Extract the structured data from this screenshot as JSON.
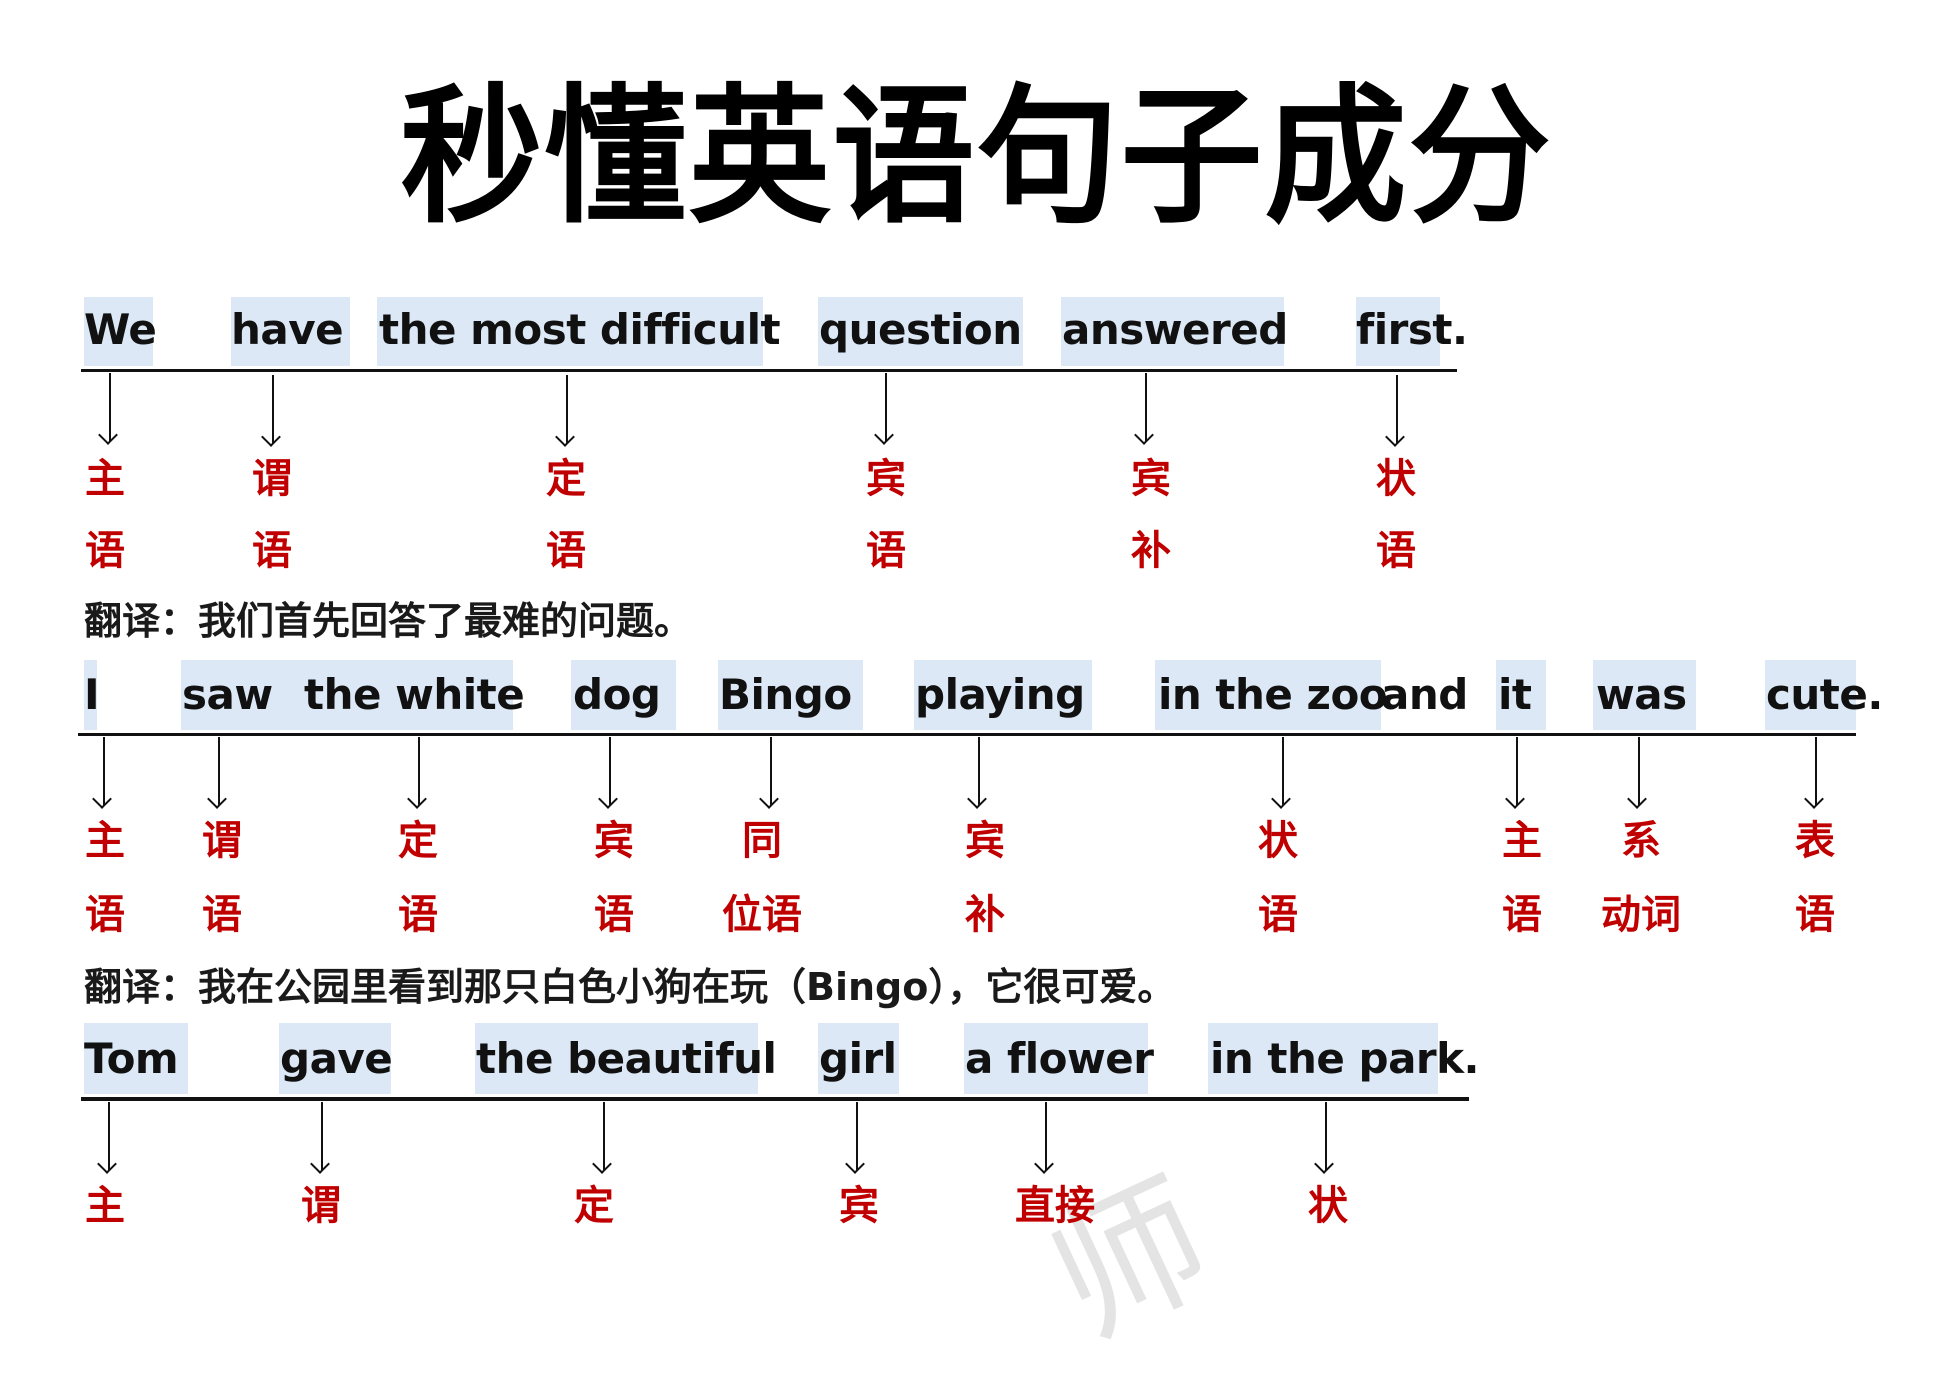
{
  "title": "秒懂英语句子成分",
  "colors": {
    "highlight": "#dce8f5",
    "label_red": "#c00000",
    "text": "#111111"
  },
  "sentences": [
    {
      "words": [
        {
          "text": "We"
        },
        {
          "text": "have"
        },
        {
          "text": "the most difficult"
        },
        {
          "text": "question"
        },
        {
          "text": "answered"
        },
        {
          "text": "first."
        }
      ],
      "labels": [
        {
          "line1": "主",
          "line2": "语"
        },
        {
          "line1": "谓",
          "line2": "语"
        },
        {
          "line1": "定",
          "line2": "语"
        },
        {
          "line1": "宾",
          "line2": "语"
        },
        {
          "line1": "宾",
          "line2": "补"
        },
        {
          "line1": "状",
          "line2": "语"
        }
      ],
      "translation": "翻译：我们首先回答了最难的问题。"
    },
    {
      "words": [
        {
          "text": "I"
        },
        {
          "text": "saw"
        },
        {
          "text": "the white"
        },
        {
          "text": "dog"
        },
        {
          "text": "Bingo"
        },
        {
          "text": "playing"
        },
        {
          "text": "in the zoo"
        },
        {
          "text": "and"
        },
        {
          "text": "it"
        },
        {
          "text": "was"
        },
        {
          "text": "cute."
        }
      ],
      "labels": [
        {
          "line1": "主",
          "line2": "语"
        },
        {
          "line1": "谓",
          "line2": "语"
        },
        {
          "line1": "定",
          "line2": "语"
        },
        {
          "line1": "宾",
          "line2": "语"
        },
        {
          "line1": "同",
          "line2": "位语"
        },
        {
          "line1": "宾",
          "line2": "补"
        },
        {
          "line1": "状",
          "line2": "语"
        },
        {
          "line1": "主",
          "line2": "语"
        },
        {
          "line1": "系",
          "line2": "动词"
        },
        {
          "line1": "表",
          "line2": "语"
        }
      ],
      "translation": "翻译：我在公园里看到那只白色小狗在玩（Bingo），它很可爱。"
    },
    {
      "words": [
        {
          "text": "Tom"
        },
        {
          "text": "gave"
        },
        {
          "text": "the beautiful"
        },
        {
          "text": "girl"
        },
        {
          "text": "a flower"
        },
        {
          "text": "in the park."
        }
      ],
      "labels": [
        {
          "line1": "主"
        },
        {
          "line1": "谓"
        },
        {
          "line1": "定"
        },
        {
          "line1": "宾"
        },
        {
          "line1": "直接"
        },
        {
          "line1": "状"
        }
      ]
    }
  ],
  "watermark": "师"
}
